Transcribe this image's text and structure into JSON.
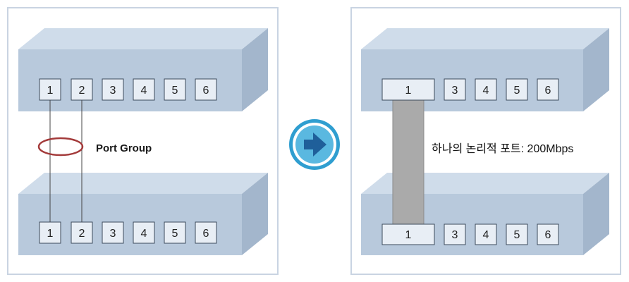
{
  "left_panel": {
    "top_switch_ports": [
      "1",
      "2",
      "3",
      "4",
      "5",
      "6"
    ],
    "bottom_switch_ports": [
      "1",
      "2",
      "3",
      "4",
      "5",
      "6"
    ],
    "group_label": "Port Group"
  },
  "right_panel": {
    "top_switch_ports": [
      "1",
      "3",
      "4",
      "5",
      "6"
    ],
    "bottom_switch_ports": [
      "1",
      "3",
      "4",
      "5",
      "6"
    ],
    "aggregate_label": "하나의 논리적 포트: 200Mbps"
  },
  "colors": {
    "switch_front": "#b8c9dc",
    "switch_top": "#cfdcea",
    "switch_side": "#a3b6cc",
    "port_fill": "#e8eef5",
    "port_stroke": "#3c4a5c",
    "panel_border": "#c9d4e2",
    "group_ellipse": "#a33a3a",
    "trunk_fill": "#aaaaaa",
    "arrow_outer": "#2f9ed0",
    "arrow_inner": "#5ab8e0"
  },
  "icons": [
    "right-arrow-icon"
  ]
}
